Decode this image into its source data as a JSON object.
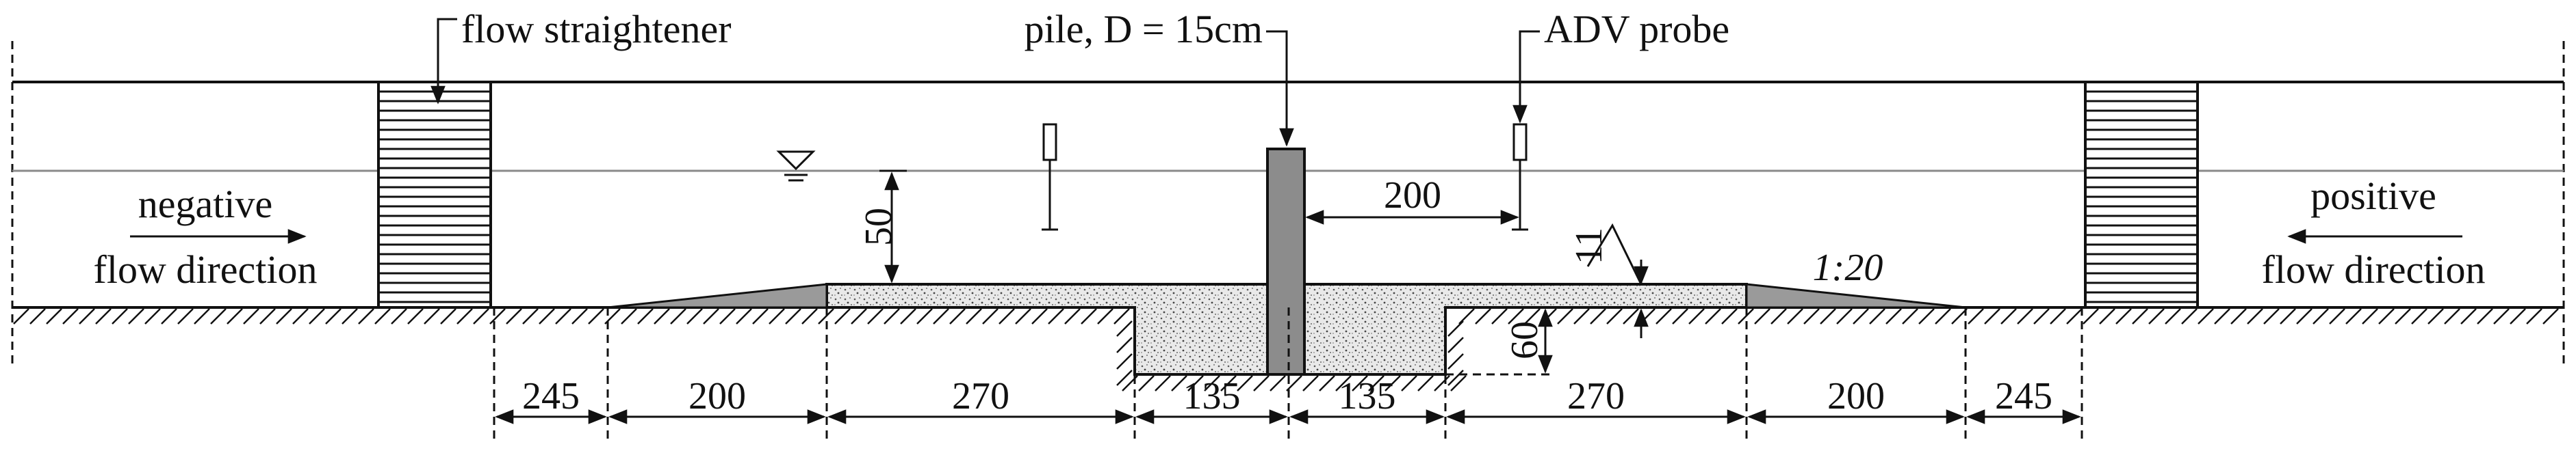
{
  "labels": {
    "flow_straightener": "flow straightener",
    "pile": "pile, D = 15cm",
    "adv_probe": "ADV probe",
    "negative_line1": "negative",
    "negative_line2": "flow direction",
    "positive_line1": "positive",
    "positive_line2": "flow direction",
    "slope": "1:20"
  },
  "dimensions": {
    "water_depth": "50",
    "probe_distance": "200",
    "sediment_depth": "11",
    "pit_depth": "60",
    "bottom": [
      "245",
      "200",
      "270",
      "135",
      "135",
      "270",
      "200",
      "245"
    ]
  }
}
